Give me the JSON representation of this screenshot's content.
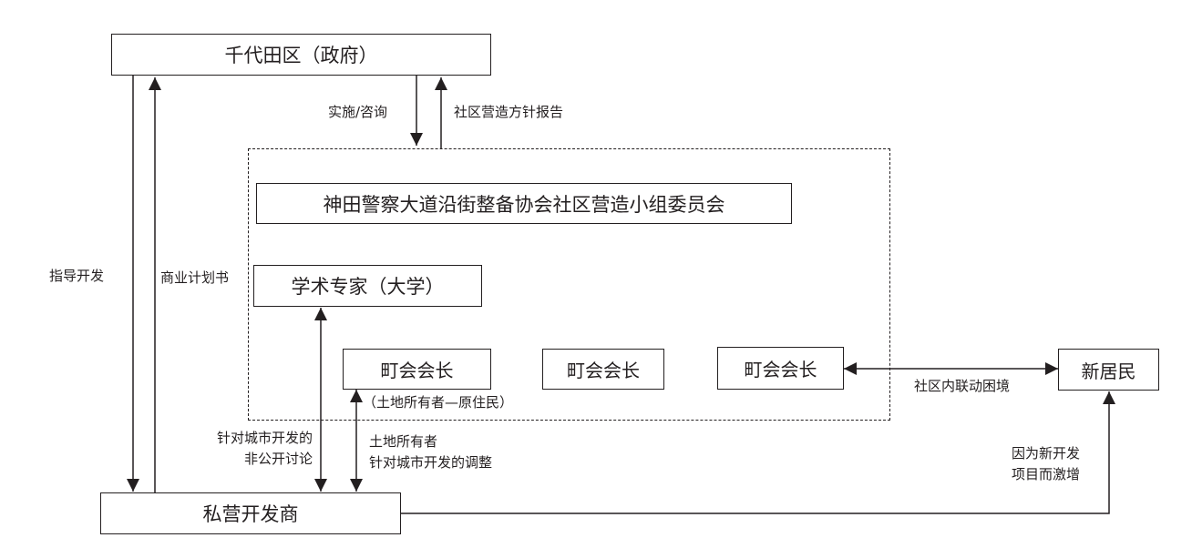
{
  "nodes": {
    "government": "千代田区（政府）",
    "committee": "神田警察大道沿街整备协会社区营造小组委员会",
    "academic": "学术专家（大学）",
    "chair_1": "町会会长",
    "chair_2": "町会会长",
    "chair_3": "町会会长",
    "new_residents": "新居民",
    "developer": "私营开发商"
  },
  "labels": {
    "implement_consult": "实施/咨询",
    "policy_report": "社区营造方针报告",
    "guide_development": "指导开发",
    "business_plan": "商业计划书",
    "private_discussion_1": "针对城市开发的",
    "private_discussion_2": "非公开讨论",
    "landowner_note": "（土地所有者—原住民）",
    "landowner_adjust_1": "土地所有者",
    "landowner_adjust_2": "针对城市开发的调整",
    "community_dilemma": "社区内联动困境",
    "surge_1": "因为新开发",
    "surge_2": "项目而激增"
  },
  "colors": {
    "line": "#231f20"
  }
}
